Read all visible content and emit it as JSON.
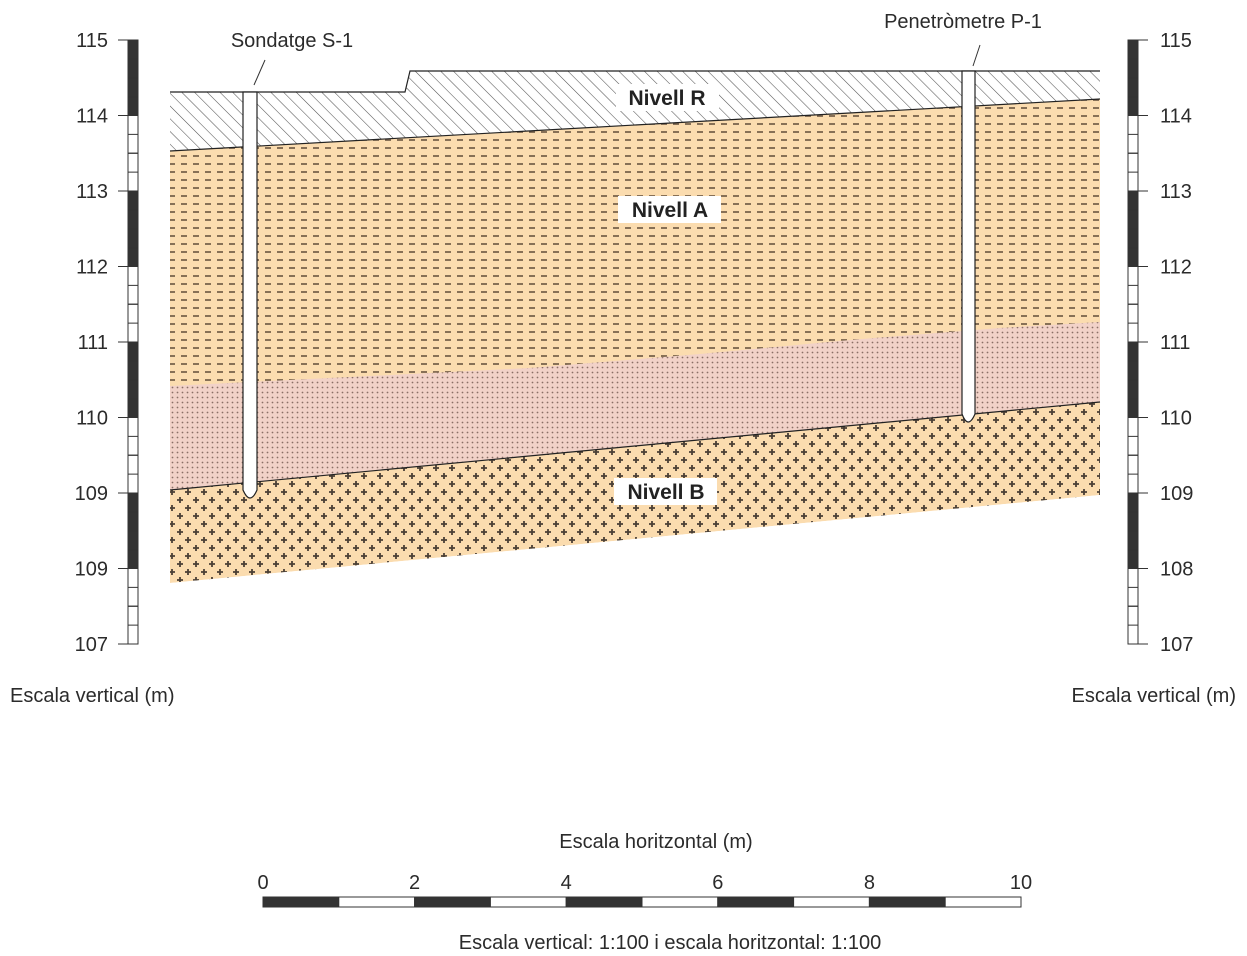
{
  "borehole_label": "Sondatge S-1",
  "penetrometer_label": "Penetròmetre P-1",
  "layers": {
    "r": "Nivell R",
    "a": "Nivell A",
    "b": "Nivell B"
  },
  "left_scale": {
    "caption": "Escala vertical (m)",
    "ticks": [
      "115",
      "114",
      "113",
      "112",
      "111",
      "110",
      "109",
      "109",
      "107"
    ]
  },
  "right_scale": {
    "caption": "Escala vertical (m)",
    "ticks": [
      "115",
      "114",
      "113",
      "112",
      "111",
      "110",
      "109",
      "108",
      "107"
    ]
  },
  "horizontal_scale": {
    "title": "Escala horitzontal (m)",
    "ticks": [
      "0",
      "2",
      "4",
      "6",
      "8",
      "10"
    ]
  },
  "footnote": "Escala vertical: 1:100 i escala horitzontal: 1:100",
  "colors": {
    "sand": "#fbdcaf",
    "pink": "#f2d2c8",
    "ink": "#2f2f2f",
    "bar_dark": "#333333"
  }
}
